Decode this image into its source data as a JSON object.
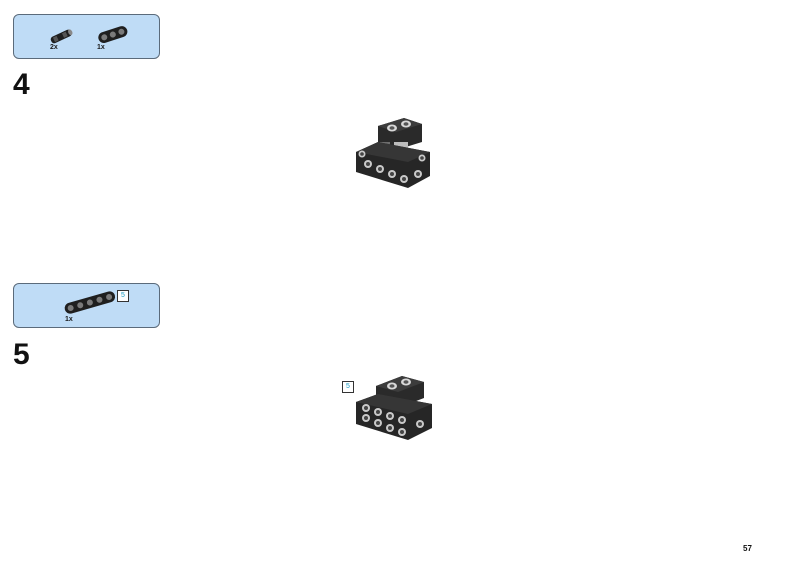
{
  "steps": [
    {
      "number": "4",
      "parts": [
        {
          "qty": "2x",
          "icon": "axle-connector-icon"
        },
        {
          "qty": "1x",
          "icon": "beam-3-icon"
        }
      ]
    },
    {
      "number": "5",
      "parts": [
        {
          "qty": "1x",
          "icon": "beam-5-icon",
          "length_badge": "5"
        }
      ],
      "model_length_badge": "5"
    }
  ],
  "page_number": "57",
  "colors": {
    "parts_box_bg": "#bfdcf6",
    "parts_box_border": "#5b6b7b",
    "badge_text": "#1a9bc4",
    "part_dark": "#1f1f1f"
  }
}
